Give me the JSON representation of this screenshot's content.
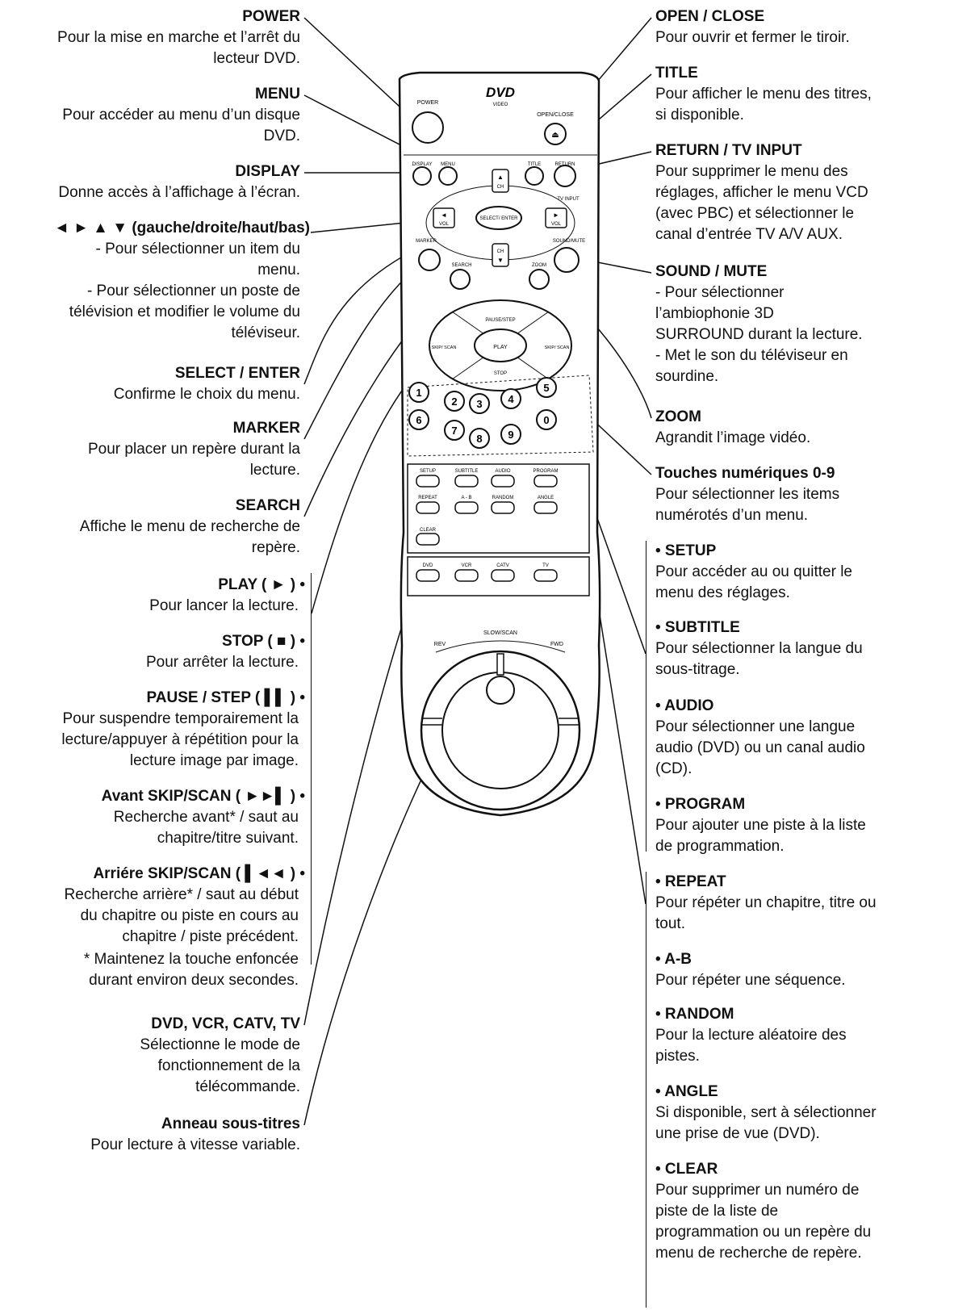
{
  "left": [
    {
      "id": "power",
      "title": "POWER",
      "desc": "Pour la mise en marche et l’arrêt du\nlecteur DVD."
    },
    {
      "id": "menu",
      "title": "MENU",
      "desc": "Pour accéder au menu d’un disque\nDVD."
    },
    {
      "id": "display",
      "title": "DISPLAY",
      "desc": "Donne accès à l’affichage à l’écran."
    },
    {
      "id": "arrows",
      "title": "◄ ► ▲ ▼ (gauche/droite/haut/bas)",
      "desc": "- Pour sélectionner un item du\nmenu.\n- Pour sélectionner un poste de\ntélévision et modifier le volume du\ntéléviseur."
    },
    {
      "id": "select",
      "title": "SELECT / ENTER",
      "desc": "Confirme le choix du menu."
    },
    {
      "id": "marker",
      "title": "MARKER",
      "desc": "Pour placer un repère durant la\nlecture."
    },
    {
      "id": "search",
      "title": "SEARCH",
      "desc": "Affiche le menu de recherche de\nrepère."
    },
    {
      "id": "play",
      "title": "PLAY ( ► ) •",
      "desc": "Pour lancer la lecture."
    },
    {
      "id": "stop",
      "title": "STOP ( ■ ) •",
      "desc": "Pour arrêter la lecture."
    },
    {
      "id": "pause",
      "title": "PAUSE / STEP ( ▌▌ ) •",
      "desc": "Pour suspendre temporairement la\nlecture/appuyer à répétition pour la\nlecture image par image."
    },
    {
      "id": "skipfwd",
      "title": "Avant SKIP/SCAN ( ►►▌ ) •",
      "desc": "Recherche avant* / saut au\nchapitre/titre suivant."
    },
    {
      "id": "skiprev",
      "title": "Arriére SKIP/SCAN ( ▌◄◄ ) •",
      "desc": "Recherche arrière* / saut au début\ndu chapitre ou piste en cours au\nchapitre / piste précédent."
    },
    {
      "id": "note",
      "title": "",
      "desc": "* Maintenez la touche enfoncée\ndurant environ deux secondes."
    },
    {
      "id": "modes",
      "title": "DVD, VCR, CATV, TV",
      "desc": "Sélectionne le mode de\nfonctionnement de la\ntélécommande."
    },
    {
      "id": "ring",
      "title": "Anneau sous-titres",
      "desc": "Pour lecture à vitesse variable."
    }
  ],
  "right": [
    {
      "id": "open",
      "title": "OPEN / CLOSE",
      "desc": "Pour ouvrir et fermer le tiroir."
    },
    {
      "id": "title",
      "title": "TITLE",
      "desc": "Pour afficher le menu des titres,\nsi disponible."
    },
    {
      "id": "return",
      "title": "RETURN / TV INPUT",
      "desc": "Pour supprimer le menu des\nréglages, afficher le menu VCD\n(avec PBC) et sélectionner le\ncanal d’entrée TV A/V AUX."
    },
    {
      "id": "sound",
      "title": "SOUND / MUTE",
      "desc": "-  Pour sélectionner\n   l’ambiophonie 3D\n   SURROUND durant la lecture.\n-  Met le son du téléviseur en\n   sourdine."
    },
    {
      "id": "zoom",
      "title": "ZOOM",
      "desc": "Agrandit l’image vidéo."
    },
    {
      "id": "numeric",
      "title": "Touches numériques 0-9",
      "desc": "Pour sélectionner les items\nnumérotés d’un menu."
    },
    {
      "id": "setup",
      "title": "• SETUP",
      "desc": "Pour accéder au ou quitter le\nmenu des réglages."
    },
    {
      "id": "subtitle",
      "title": "• SUBTITLE",
      "desc": "Pour sélectionner la langue du\nsous-titrage."
    },
    {
      "id": "audio",
      "title": "• AUDIO",
      "desc": "Pour sélectionner une langue\naudio (DVD) ou un canal audio\n(CD)."
    },
    {
      "id": "program",
      "title": "• PROGRAM",
      "desc": "Pour ajouter une piste à la liste\nde programmation."
    },
    {
      "id": "repeat",
      "title": "• REPEAT",
      "desc": "Pour répéter un chapitre, titre ou\ntout."
    },
    {
      "id": "ab",
      "title": "• A-B",
      "desc": "Pour répéter une séquence."
    },
    {
      "id": "random",
      "title": "• RANDOM",
      "desc": "Pour la lecture aléatoire des\npistes."
    },
    {
      "id": "angle",
      "title": "• ANGLE",
      "desc": "Si disponible, sert à sélectionner\nune prise de vue (DVD)."
    },
    {
      "id": "clear",
      "title": "• CLEAR",
      "desc": "Pour supprimer un numéro de\npiste de la liste de\nprogrammation ou un repère du\nmenu de recherche de repère."
    }
  ],
  "remote": {
    "logo": "DVD",
    "logo_sub": "VIDEO",
    "power": "POWER",
    "open_close": "OPEN/CLOSE",
    "display": "DISPLAY",
    "menu": "MENU",
    "title": "TITLE",
    "return": "RETURN",
    "tv_input": "TV INPUT",
    "ch": "CH",
    "vol": "VOL",
    "select_enter": "SELECT/ ENTER",
    "marker": "MARKER",
    "search": "SEARCH",
    "zoom": "ZOOM",
    "sound_mute": "SOUND/MUTE",
    "pause_step": "PAUSE/STEP",
    "play": "PLAY",
    "stop": "STOP",
    "skip_scan": "SKIP/ SCAN",
    "digits": [
      "1",
      "2",
      "3",
      "4",
      "5",
      "6",
      "7",
      "8",
      "9",
      "0"
    ],
    "row1": [
      "SETUP",
      "SUBTITLE",
      "AUDIO",
      "PROGRAM"
    ],
    "row2": [
      "REPEAT",
      "A - B",
      "RANDOM",
      "ANGLE"
    ],
    "clear": "CLEAR",
    "row3": [
      "DVD",
      "VCR",
      "CATV",
      "TV"
    ],
    "slow_scan": "SLOW/SCAN",
    "rev": "REV",
    "fwd": "FWD"
  }
}
